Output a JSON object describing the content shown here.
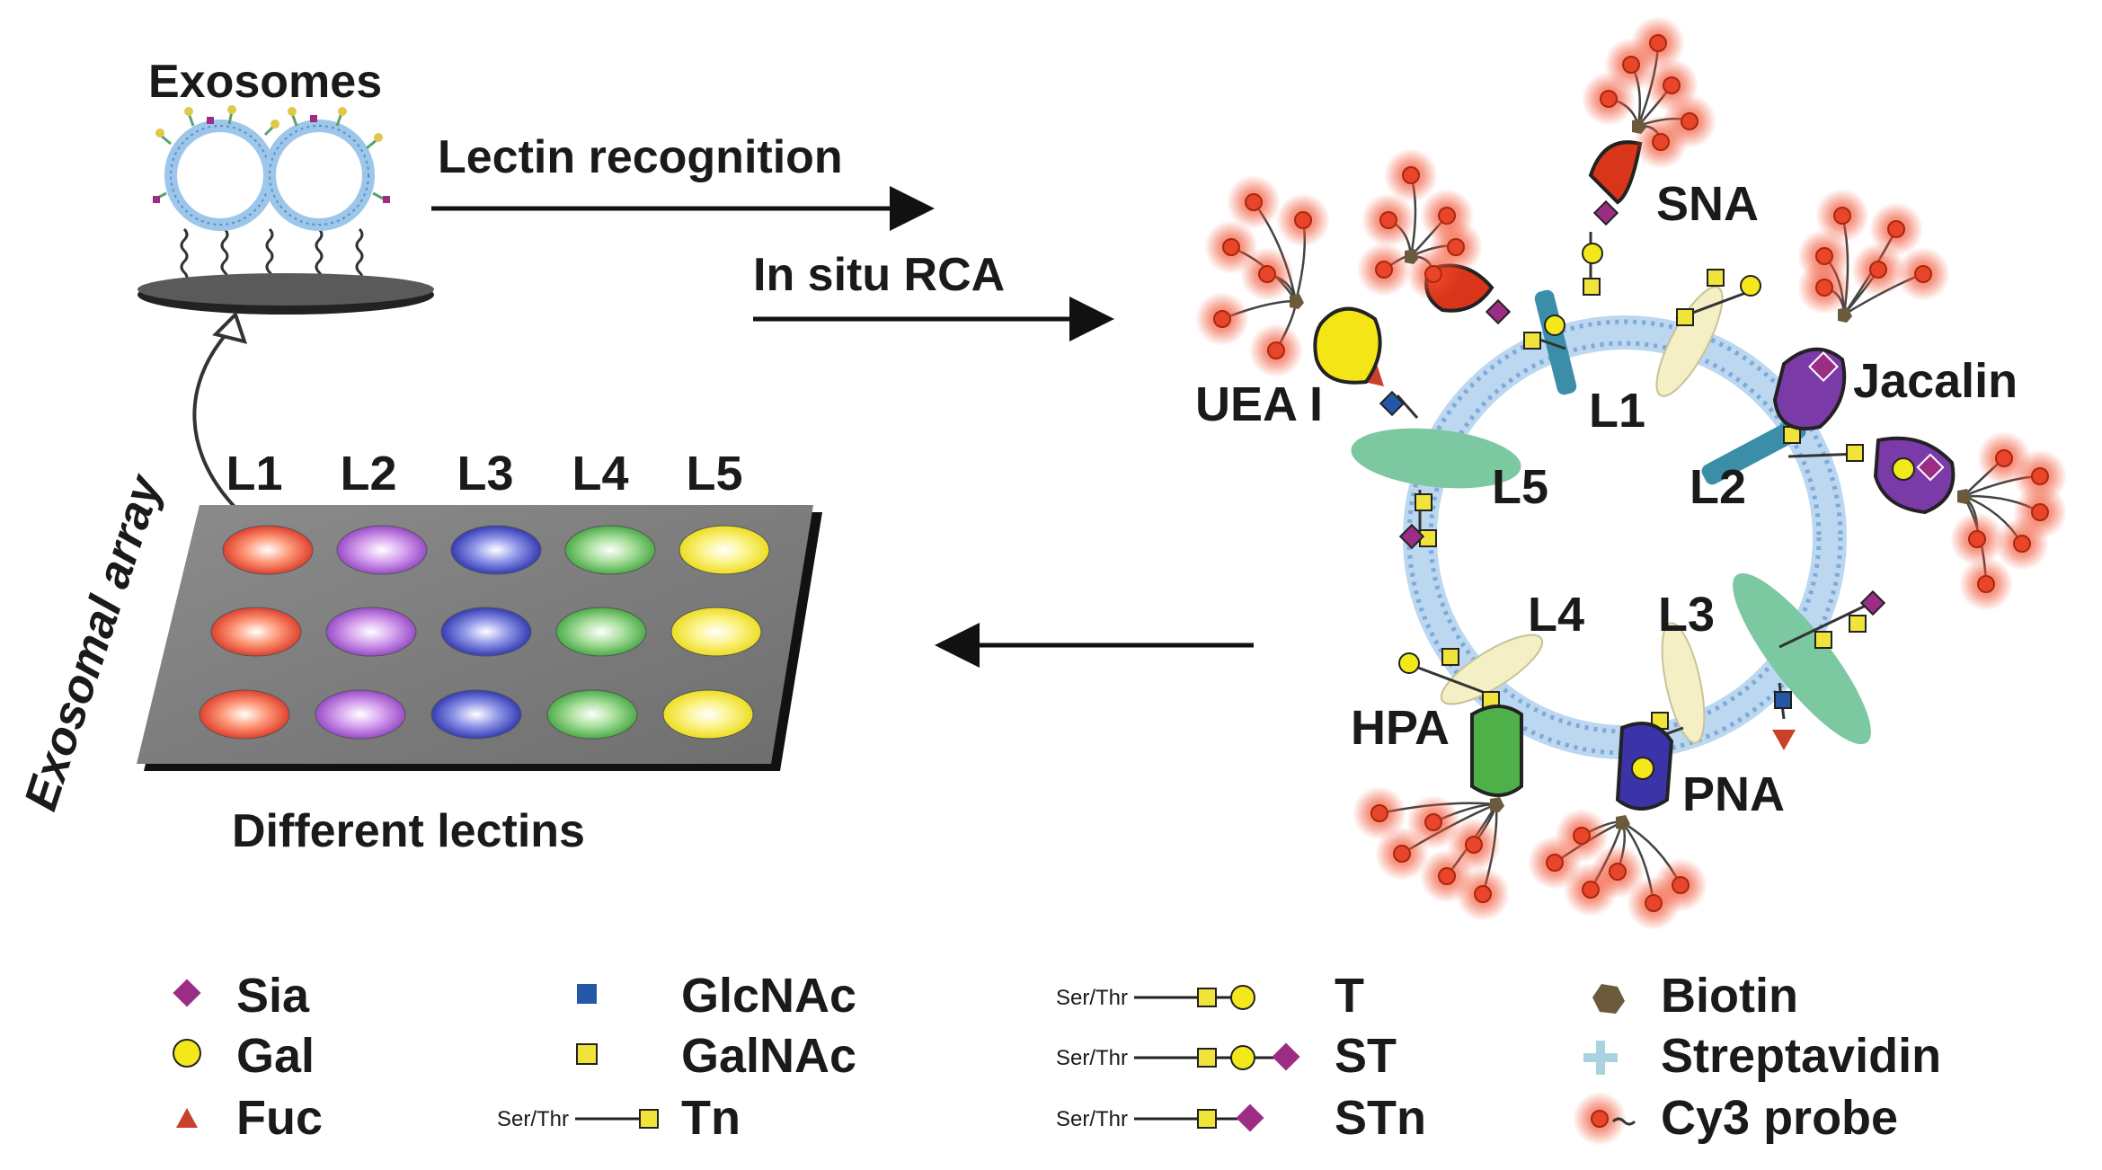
{
  "labels": {
    "exosomes": "Exosomes",
    "lectin_recognition": "Lectin recognition",
    "in_situ_rca": "In situ RCA",
    "exosomal_array": "Exosomal array",
    "different_lectins": "Different lectins"
  },
  "array_columns": [
    "L1",
    "L2",
    "L3",
    "L4",
    "L5"
  ],
  "array_colors": [
    "#e8452a",
    "#9b4fc9",
    "#2e35b5",
    "#4fb04a",
    "#f2e21c"
  ],
  "membrane_labels": {
    "L1": "L1",
    "L2": "L2",
    "L3": "L3",
    "L4": "L4",
    "L5": "L5"
  },
  "lectins": {
    "sna": "SNA",
    "jacalin": "Jacalin",
    "uea": "UEA I",
    "hpa": "HPA",
    "pna": "PNA"
  },
  "legend": {
    "sia": "Sia",
    "gal": "Gal",
    "fuc": "Fuc",
    "glcnac": "GlcNAc",
    "galnac": "GalNAc",
    "tn": "Tn",
    "t": "T",
    "st": "ST",
    "stn": "STn",
    "biotin": "Biotin",
    "streptavidin": "Streptavidin",
    "cy3": "Cy3 probe",
    "ser_thr": "Ser/Thr"
  },
  "colors": {
    "sia": "#9b2e84",
    "gal": "#f2e81c",
    "fuc": "#c9412a",
    "glcnac": "#2457a6",
    "galnac": "#f0e43a",
    "membrane": "#8fbbe6",
    "probe": "#e8452a"
  }
}
